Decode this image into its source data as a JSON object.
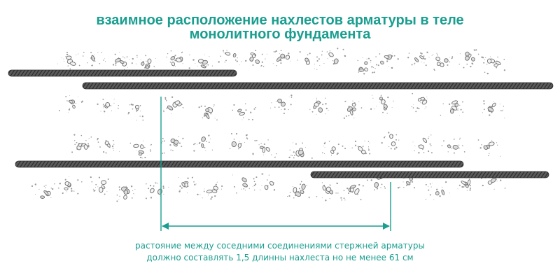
{
  "title": {
    "line1": "взаимное расположение нахлестов арматуры в теле",
    "line2": "монолитного фундамента"
  },
  "caption": {
    "line1": "растояние между соседними соединениями стержней арматуры",
    "line2": "должно составлять 1,5 длинны нахлеста но не менее 61 см"
  },
  "colors": {
    "accent": "#1a9e8f",
    "rebar": "#4a4a4a",
    "gravel": "#6e6e6e",
    "background": "#ffffff"
  }
}
